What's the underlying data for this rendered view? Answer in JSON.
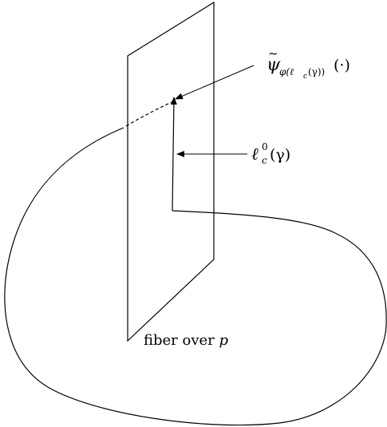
{
  "labels": {
    "psi_label": {
      "base": "ψ",
      "tilde": "~",
      "subscript": "φ(ℓ",
      "subsub": "c",
      "subscript_tail": "(γ))",
      "args": "(·)"
    },
    "ell_label": {
      "base": "ℓ",
      "sup": "0",
      "sub": "c",
      "args": "(γ)"
    },
    "fiber_label": {
      "text": "fiber over ",
      "var": "p"
    }
  }
}
